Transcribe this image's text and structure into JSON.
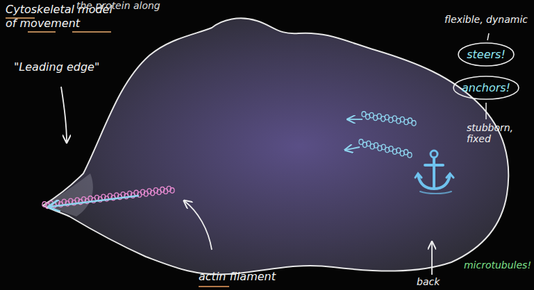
{
  "diagram": {
    "title": "Cytoskeletal model of movement",
    "nodes": [
      {
        "text": [
          "steers!"
        ]
      },
      {
        "text": [
          "anchors!"
        ]
      }
    ],
    "labels": [
      "the protein along",
      "\"Leading edge\"",
      "actin filament",
      "flexible, dynamic",
      "stubborn, fixed",
      "back",
      "microtubules!"
    ]
  }
}
